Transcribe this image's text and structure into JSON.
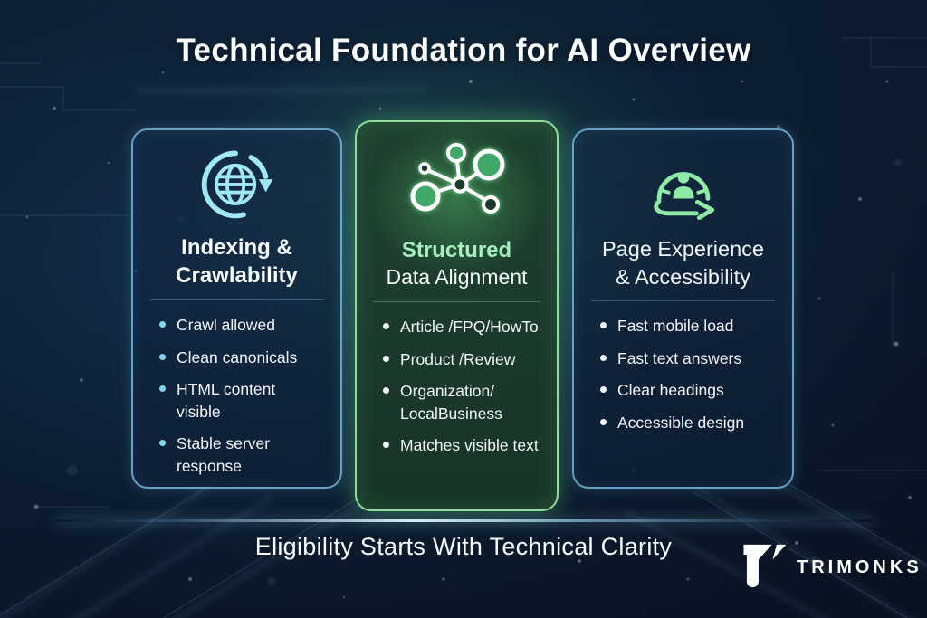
{
  "title": "Technical Foundation for AI Overview",
  "cards": [
    {
      "id": "indexing-crawlability",
      "icon": "globe-crawl-icon",
      "heading_line1": "Indexing &",
      "heading_line2": "Crawlability",
      "bullets": [
        "Crawl allowed",
        "Clean canonicals",
        "HTML content\nvisible",
        "Stable server\nresponse"
      ],
      "accent": "#8fe2f6"
    },
    {
      "id": "structured-data-alignment",
      "icon": "network-nodes-icon",
      "heading_line1": "Structured",
      "heading_line2": "Data Alignment",
      "bullets": [
        "Article /FPQ/HowTo",
        "Product /Review",
        "Organization/\nLocalBusiness",
        "Matches visible text"
      ],
      "accent": "#9defb4"
    },
    {
      "id": "page-experience-accessibility",
      "icon": "accessibility-gauge-icon",
      "heading_line1": "Page Experience",
      "heading_line2": "& Accessibility",
      "bullets": [
        "Fast mobile load",
        "Fast text answers",
        "Clear headings",
        "Accessible design"
      ],
      "accent": "#8deba6"
    }
  ],
  "footer": {
    "tagline": "Eligibility Starts With Technical Clarity",
    "brand": "TRIMONKS"
  },
  "colors": {
    "background": "#0b1a2d",
    "card_blue_border": "#7dc1e6",
    "card_green_border": "#96e6a0",
    "cyan_accent": "#7fd9ef",
    "green_accent": "#a5efbe",
    "text": "#f2f6fa"
  }
}
